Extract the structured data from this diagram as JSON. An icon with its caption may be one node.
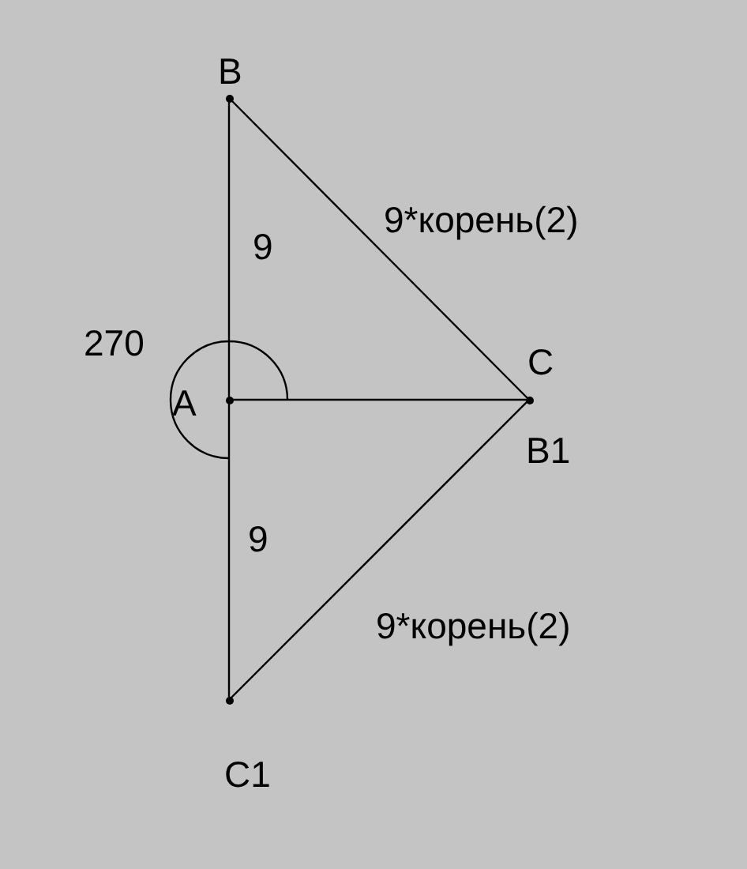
{
  "diagram": {
    "nodes": [
      {
        "text": [
          "B"
        ]
      },
      {
        "text": [
          "A"
        ]
      },
      {
        "text": [
          "C",
          "B1"
        ]
      },
      {
        "text": [
          "C1"
        ]
      }
    ],
    "edges": [
      {
        "from": 0,
        "to": 1,
        "arrow": "none",
        "label": "9"
      },
      {
        "from": 1,
        "to": 3,
        "arrow": "none",
        "label": "9"
      },
      {
        "from": 1,
        "to": 2,
        "arrow": "none"
      },
      {
        "from": 0,
        "to": 2,
        "arrow": "none",
        "label": "9*корень(2)"
      },
      {
        "from": 2,
        "to": 3,
        "arrow": "none",
        "label": "9*корень(2)"
      }
    ],
    "labels": [
      "270"
    ]
  }
}
